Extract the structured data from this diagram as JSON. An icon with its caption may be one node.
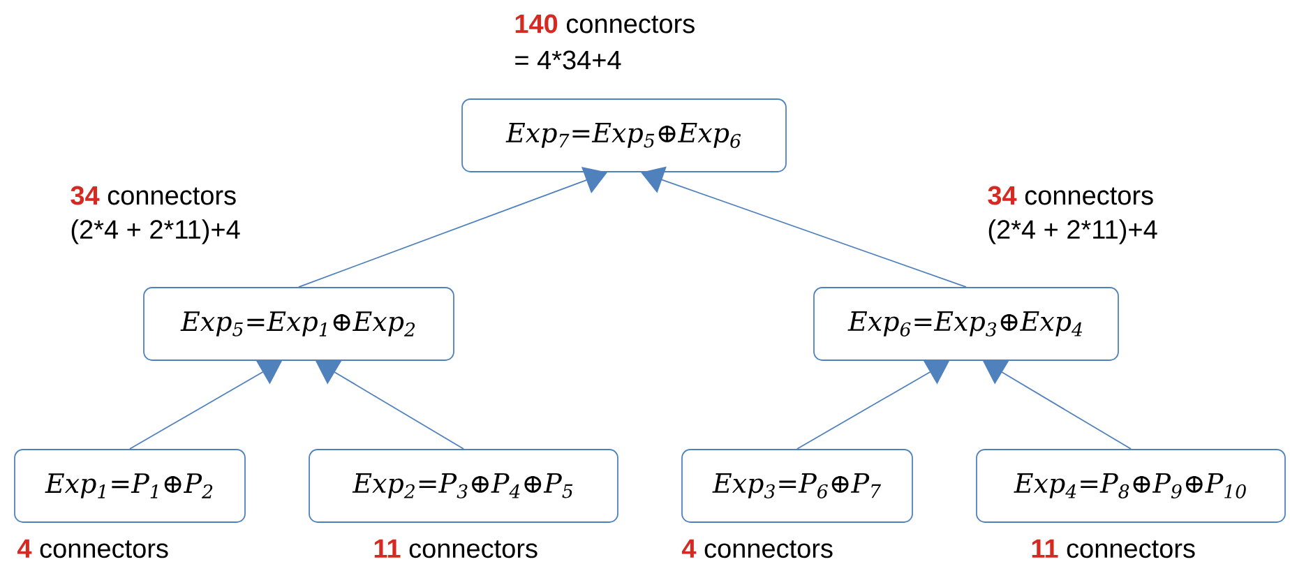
{
  "diagram": {
    "nodes": [
      {
        "text": [
          "Exp$_{7}$=Exp$_{5}$⊕Exp$_{6}$"
        ],
        "beside": [
          "**140** connectors",
          "= 4*34+4"
        ]
      },
      {
        "text": [
          "Exp$_{5}$=Exp$_{1}$⊕Exp$_{2}$"
        ],
        "beside": [
          "**34** connectors",
          "(2*4 + 2*11)+4"
        ]
      },
      {
        "text": [
          "Exp$_{6}$=Exp$_{3}$⊕Exp$_{4}$"
        ],
        "beside": [
          "**34** connectors",
          "(2*4 + 2*11)+4"
        ]
      },
      {
        "text": [
          "Exp$_{1}$=P$_{1}$⊕P$_{2}$"
        ],
        "beside": [
          "**4** connectors"
        ]
      },
      {
        "text": [
          "Exp$_{2}$=P$_{3}$⊕P$_{4}$⊕P$_{5}$"
        ],
        "beside": [
          "**11** connectors"
        ]
      },
      {
        "text": [
          "Exp$_{3}$=P$_{6}$⊕P$_{7}$"
        ],
        "beside": [
          "**4** connectors"
        ]
      },
      {
        "text": [
          "Exp$_{4}$=P$_{8}$⊕P$_{9}$⊕P$_{10}$"
        ],
        "beside": [
          "**11** connectors"
        ]
      }
    ],
    "edges": [
      {
        "from": 1,
        "to": 0,
        "arrow": "to"
      },
      {
        "from": 2,
        "to": 0,
        "arrow": "to"
      },
      {
        "from": 3,
        "to": 1,
        "arrow": "to"
      },
      {
        "from": 4,
        "to": 1,
        "arrow": "to"
      },
      {
        "from": 5,
        "to": 2,
        "arrow": "to"
      },
      {
        "from": 6,
        "to": 2,
        "arrow": "to"
      }
    ]
  }
}
